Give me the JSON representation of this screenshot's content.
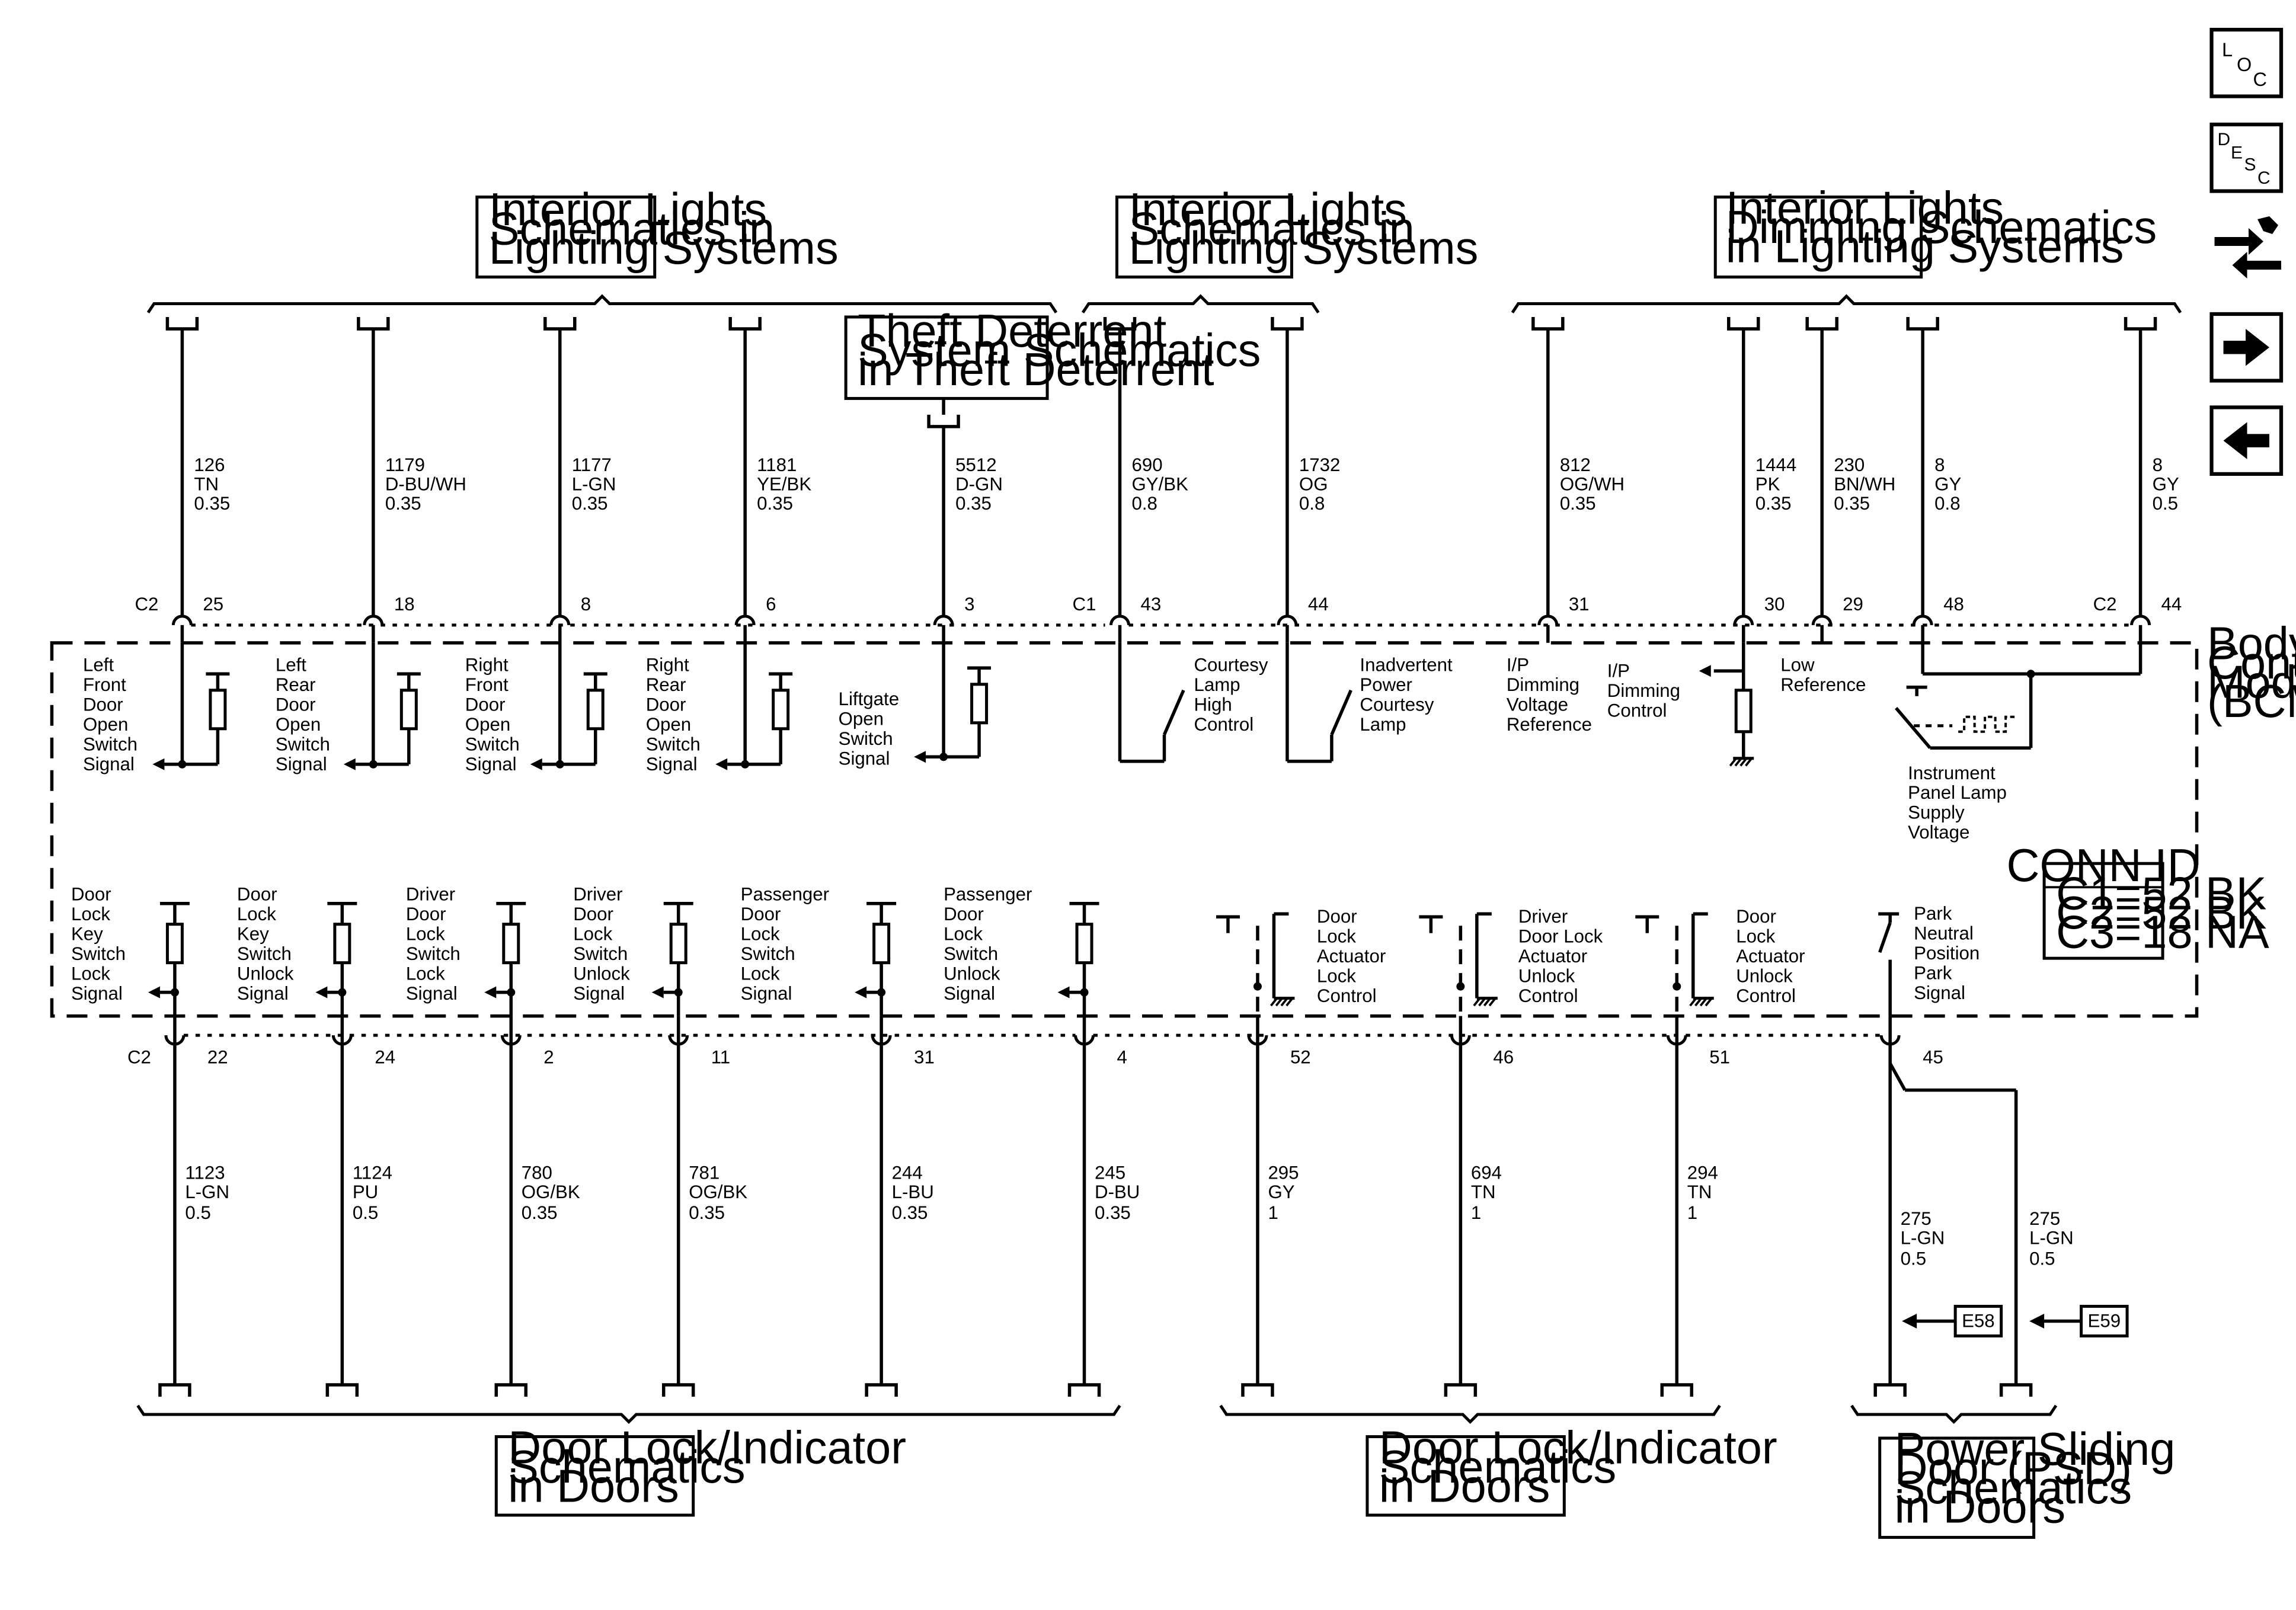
{
  "module": {
    "label": [
      "Body",
      "Control",
      "Module",
      "(BCM)"
    ]
  },
  "conn_id": {
    "title": "CONN ID",
    "lines": [
      "C1=52 BK",
      "C2=52 BK",
      "C3=18 NA"
    ]
  },
  "nav": {
    "loc": {
      "letters": [
        "L",
        "O",
        "C"
      ]
    },
    "desc": {
      "letters": [
        "D",
        "E",
        "S",
        "C"
      ]
    },
    "icons": [
      "connector-end-view-icon",
      "next-arrow-icon",
      "previous-arrow-icon"
    ]
  },
  "top_references": [
    {
      "lines": [
        "Interior Lights",
        "Schematics in",
        "Lighting Systems"
      ]
    },
    {
      "lines": [
        "Interior Lights",
        "Schematics in",
        "Lighting Systems"
      ]
    },
    {
      "lines": [
        "Interior Lights",
        "Dimming Schematics",
        "in Lighting Systems"
      ]
    },
    {
      "lines": [
        "Theft Deterrent",
        "System Schematics",
        "in Theft Deterrent"
      ]
    }
  ],
  "bottom_references": [
    {
      "lines": [
        "Door Lock/Indicator",
        "Schematics",
        "in Doors"
      ]
    },
    {
      "lines": [
        "Door Lock/Indicator",
        "Schematics",
        "in Doors"
      ]
    },
    {
      "lines": [
        "Power Sliding",
        "Door (PSD)",
        "Schematics",
        "in Doors"
      ]
    }
  ],
  "top_circuits": [
    {
      "connector": "C2",
      "pin": "25",
      "circuit": "126",
      "color": "TN",
      "gauge": "0.35",
      "label": [
        "Left",
        "Front",
        "Door",
        "Open",
        "Switch",
        "Signal"
      ]
    },
    {
      "connector": "",
      "pin": "18",
      "circuit": "1179",
      "color": "D-BU/WH",
      "gauge": "0.35",
      "label": [
        "Left",
        "Rear",
        "Door",
        "Open",
        "Switch",
        "Signal"
      ]
    },
    {
      "connector": "",
      "pin": "8",
      "circuit": "1177",
      "color": "L-GN",
      "gauge": "0.35",
      "label": [
        "Right",
        "Front",
        "Door",
        "Open",
        "Switch",
        "Signal"
      ]
    },
    {
      "connector": "",
      "pin": "6",
      "circuit": "1181",
      "color": "YE/BK",
      "gauge": "0.35",
      "label": [
        "Right",
        "Rear",
        "Door",
        "Open",
        "Switch",
        "Signal"
      ]
    },
    {
      "connector": "",
      "pin": "3",
      "circuit": "5512",
      "color": "D-GN",
      "gauge": "0.35",
      "label": [
        "Liftgate",
        "Open",
        "Switch",
        "Signal"
      ]
    },
    {
      "connector": "C1",
      "pin": "43",
      "circuit": "690",
      "color": "GY/BK",
      "gauge": "0.8",
      "label": [
        "Courtesy",
        "Lamp",
        "High",
        "Control"
      ]
    },
    {
      "connector": "",
      "pin": "44",
      "circuit": "1732",
      "color": "OG",
      "gauge": "0.8",
      "label": [
        "Inadvertent",
        "Power",
        "Courtesy",
        "Lamp"
      ]
    },
    {
      "connector": "",
      "pin": "31",
      "circuit": "812",
      "color": "OG/WH",
      "gauge": "0.35",
      "label": [
        "I/P",
        "Dimming",
        "Voltage",
        "Reference"
      ]
    },
    {
      "connector": "",
      "pin": "30",
      "circuit": "1444",
      "color": "PK",
      "gauge": "0.35",
      "label": [
        "I/P",
        "Dimming",
        "Control"
      ]
    },
    {
      "connector": "",
      "pin": "29",
      "circuit": "230",
      "color": "BN/WH",
      "gauge": "0.35",
      "label": [
        "Low",
        "Reference"
      ]
    },
    {
      "connector": "",
      "pin": "48",
      "circuit": "8",
      "color": "GY",
      "gauge": "0.8",
      "label": [
        "Instrument",
        "Panel Lamp",
        "Supply",
        "Voltage"
      ]
    },
    {
      "connector": "C2",
      "pin": "44",
      "circuit": "8",
      "color": "GY",
      "gauge": "0.5",
      "label": []
    }
  ],
  "bottom_circuits": [
    {
      "connector": "C2",
      "pin": "22",
      "circuit": "1123",
      "color": "L-GN",
      "gauge": "0.5",
      "label": [
        "Door",
        "Lock",
        "Key",
        "Switch",
        "Lock",
        "Signal"
      ]
    },
    {
      "connector": "",
      "pin": "24",
      "circuit": "1124",
      "color": "PU",
      "gauge": "0.5",
      "label": [
        "Door",
        "Lock",
        "Key",
        "Switch",
        "Unlock",
        "Signal"
      ]
    },
    {
      "connector": "",
      "pin": "2",
      "circuit": "780",
      "color": "OG/BK",
      "gauge": "0.35",
      "label": [
        "Driver",
        "Door",
        "Lock",
        "Switch",
        "Lock",
        "Signal"
      ]
    },
    {
      "connector": "",
      "pin": "11",
      "circuit": "781",
      "color": "OG/BK",
      "gauge": "0.35",
      "label": [
        "Driver",
        "Door",
        "Lock",
        "Switch",
        "Unlock",
        "Signal"
      ]
    },
    {
      "connector": "",
      "pin": "31",
      "circuit": "244",
      "color": "L-BU",
      "gauge": "0.35",
      "label": [
        "Passenger",
        "Door",
        "Lock",
        "Switch",
        "Lock",
        "Signal"
      ]
    },
    {
      "connector": "",
      "pin": "4",
      "circuit": "245",
      "color": "D-BU",
      "gauge": "0.35",
      "label": [
        "Passenger",
        "Door",
        "Lock",
        "Switch",
        "Unlock",
        "Signal"
      ]
    },
    {
      "connector": "",
      "pin": "52",
      "circuit": "295",
      "color": "GY",
      "gauge": "1",
      "label": [
        "Door",
        "Lock",
        "Actuator",
        "Lock",
        "Control"
      ]
    },
    {
      "connector": "",
      "pin": "46",
      "circuit": "694",
      "color": "TN",
      "gauge": "1",
      "label": [
        "Driver",
        "Door Lock",
        "Actuator",
        "Unlock",
        "Control"
      ]
    },
    {
      "connector": "",
      "pin": "51",
      "circuit": "294",
      "color": "TN",
      "gauge": "1",
      "label": [
        "Door",
        "Lock",
        "Actuator",
        "Unlock",
        "Control"
      ]
    },
    {
      "connector": "",
      "pin": "45",
      "circuit": "",
      "color": "",
      "gauge": "",
      "label": [
        "Park",
        "Neutral",
        "Position",
        "Park",
        "Signal"
      ]
    }
  ],
  "psd_branches": [
    {
      "circuit": "275",
      "color": "L-GN",
      "gauge": "0.5",
      "ref": "E58"
    },
    {
      "circuit": "275",
      "color": "L-GN",
      "gauge": "0.5",
      "ref": "E59"
    }
  ]
}
